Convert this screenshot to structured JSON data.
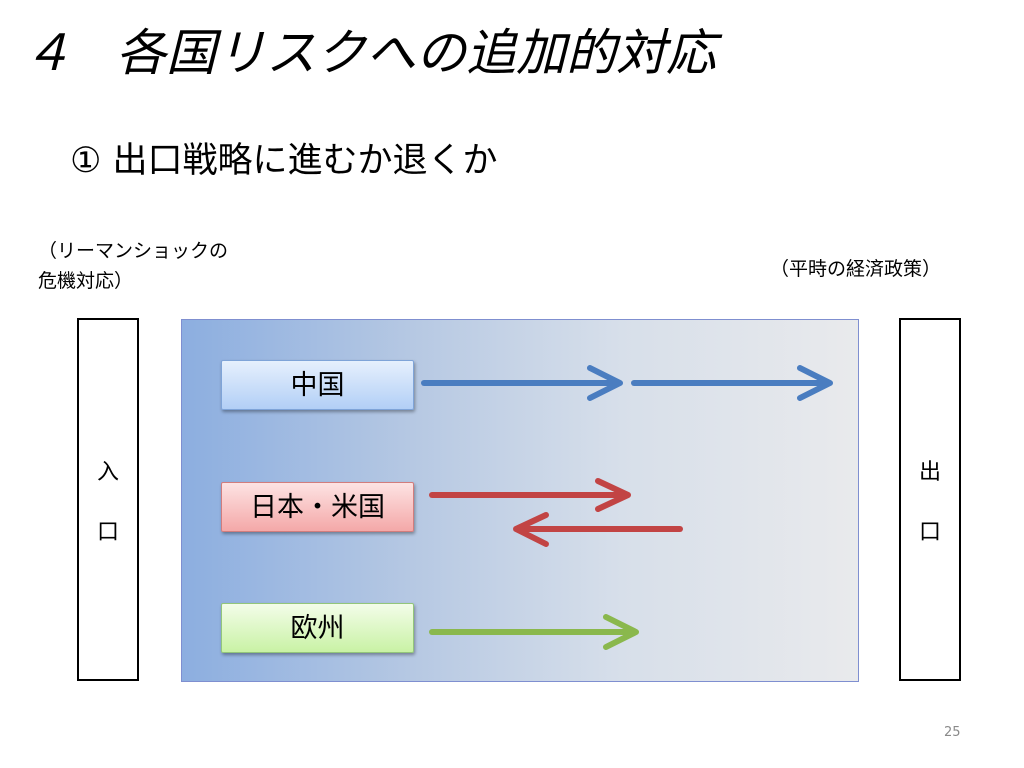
{
  "slide": {
    "title_number": "４",
    "title": "各国リスクへの追加的対応",
    "subtitle": "① 出口戦略に進むか退くか",
    "note_left": "（リーマンショックの\n危機対応）",
    "note_right": "（平時の経済政策）",
    "page_number": "25"
  },
  "gates": {
    "entrance": [
      "入",
      "口"
    ],
    "exit": [
      "出",
      "口"
    ]
  },
  "regions": {
    "china": "中国",
    "japan_us": "日本・米国",
    "europe": "欧州"
  },
  "colors": {
    "china_arrow": "#4a7dc0",
    "japan_us_arrow": "#c24444",
    "europe_arrow": "#8ab84d",
    "panel_gradient_start": "#8caee0",
    "panel_gradient_end": "#e9eaec"
  },
  "icons": {
    "china": [
      "arrow-right-icon",
      "arrow-right-icon"
    ],
    "japan_us": [
      "arrow-right-icon",
      "arrow-left-icon"
    ],
    "europe": [
      "arrow-right-icon"
    ]
  }
}
